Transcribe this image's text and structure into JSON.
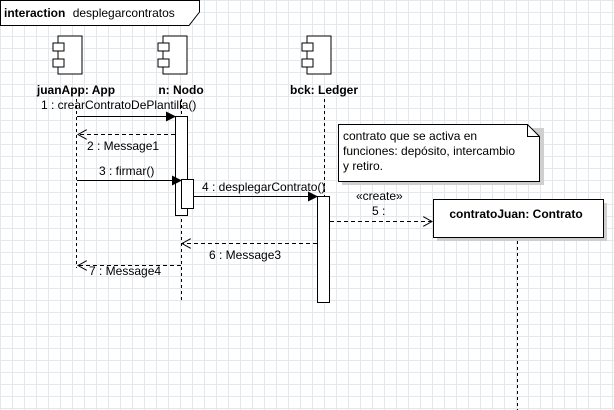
{
  "frame": {
    "keyword": "interaction",
    "name": "desplegarcontratos"
  },
  "lifelines": {
    "app": "juanApp: App",
    "nodo": "n: Nodo",
    "ledger": "bck: Ledger",
    "contrato": "contratoJuan: Contrato"
  },
  "messages": {
    "m1": "1 : crearContratoDePlantilla()",
    "m2": "2 : Message1",
    "m3": "3 : firmar()",
    "m4": "4 : desplegarContrato()",
    "m5_stereotype": "«create»",
    "m5": "5 :",
    "m6": "6 : Message3",
    "m7": "7 : Message4"
  },
  "note": {
    "line1": "contrato que se activa en",
    "line2": "funciones: depósito, intercambio",
    "line3": "y retiro."
  }
}
